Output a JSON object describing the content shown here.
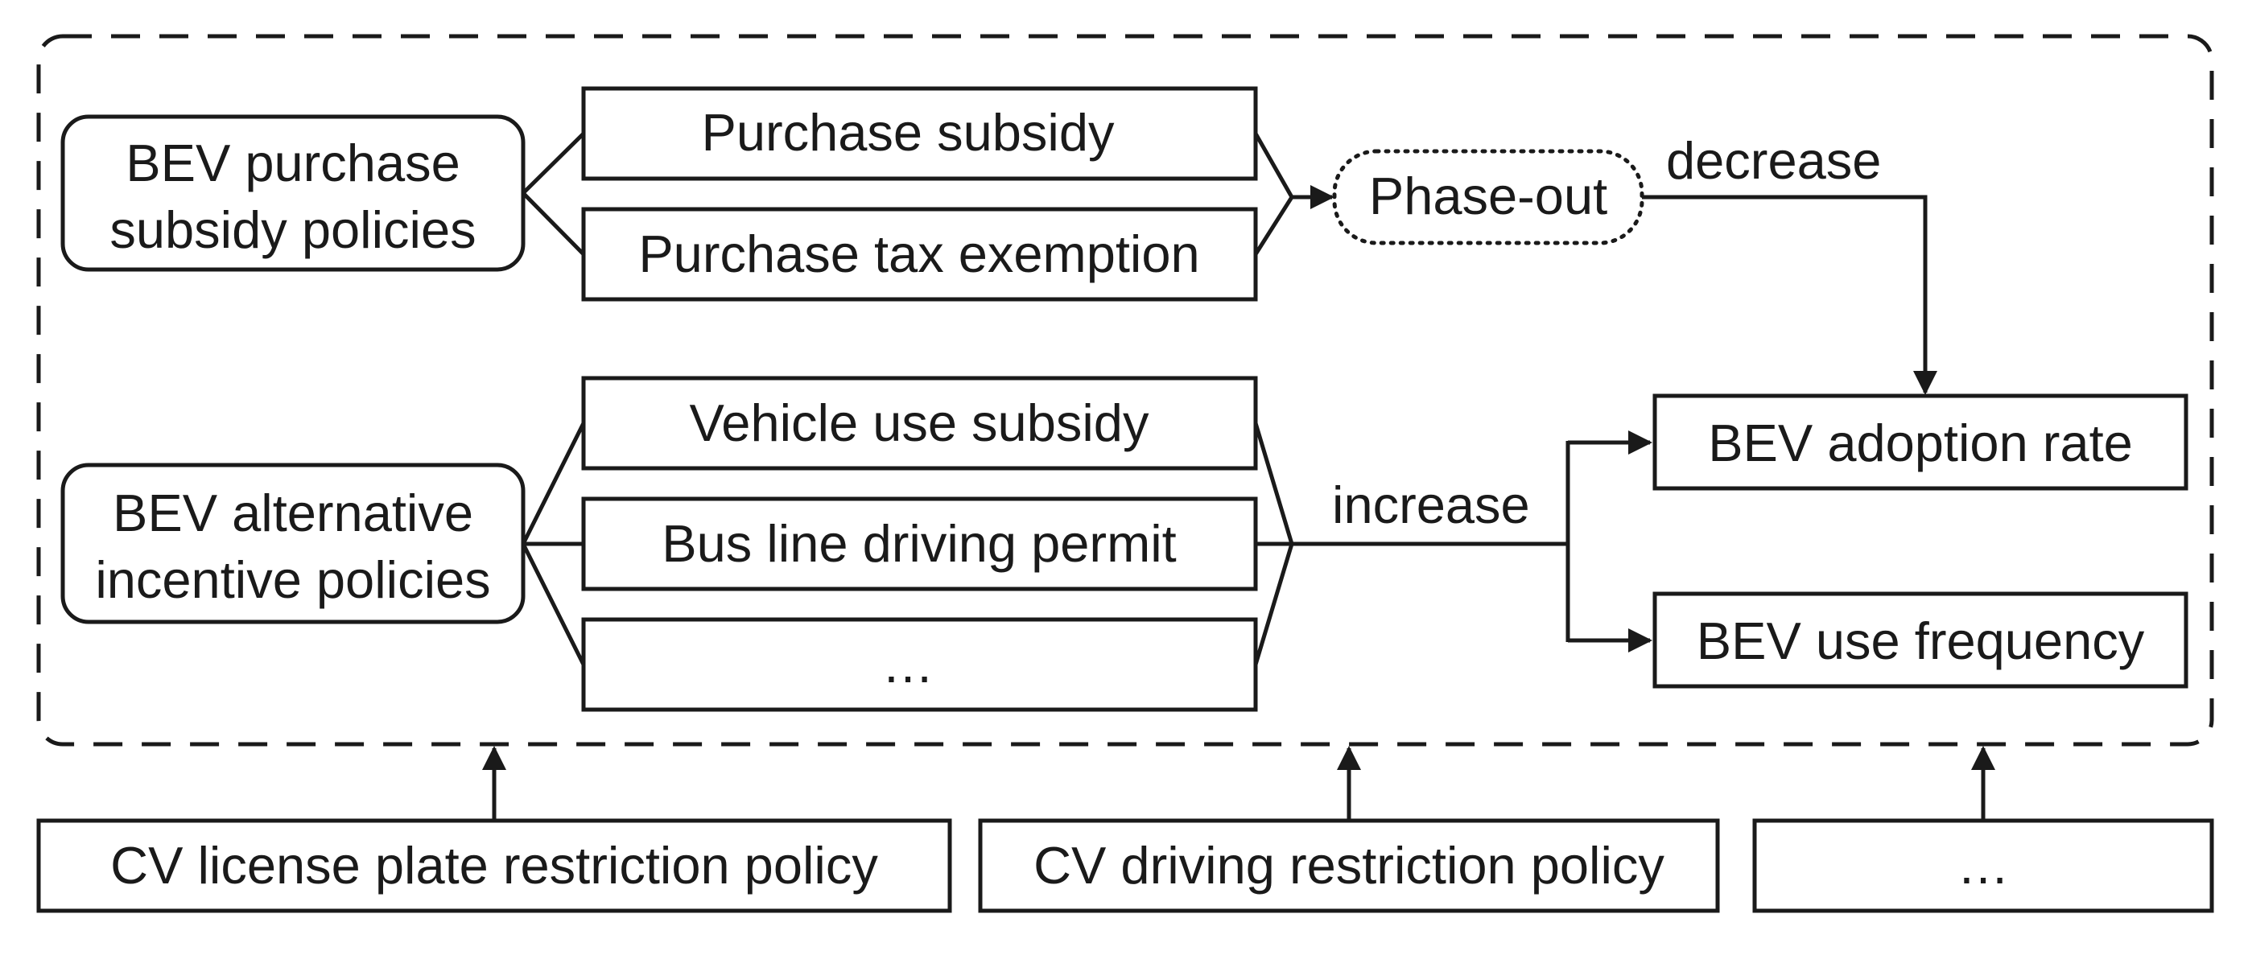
{
  "group_subsidy": {
    "label_line1": "BEV purchase",
    "label_line2": "subsidy policies",
    "items": [
      "Purchase subsidy",
      "Purchase tax exemption"
    ]
  },
  "group_alternative": {
    "label_line1": "BEV alternative",
    "label_line2": "incentive policies",
    "items": [
      "Vehicle use subsidy",
      "Bus line driving permit",
      "…"
    ]
  },
  "phase_out": "Phase-out",
  "edge_labels": {
    "decrease": "decrease",
    "increase": "increase"
  },
  "outcomes": {
    "adoption_rate": "BEV adoption rate",
    "use_frequency": "BEV use frequency"
  },
  "external_policies": [
    "CV license plate restriction policy",
    "CV driving restriction policy",
    "…"
  ],
  "colors": {
    "stroke": "#1a1a1a",
    "background": "#ffffff"
  }
}
